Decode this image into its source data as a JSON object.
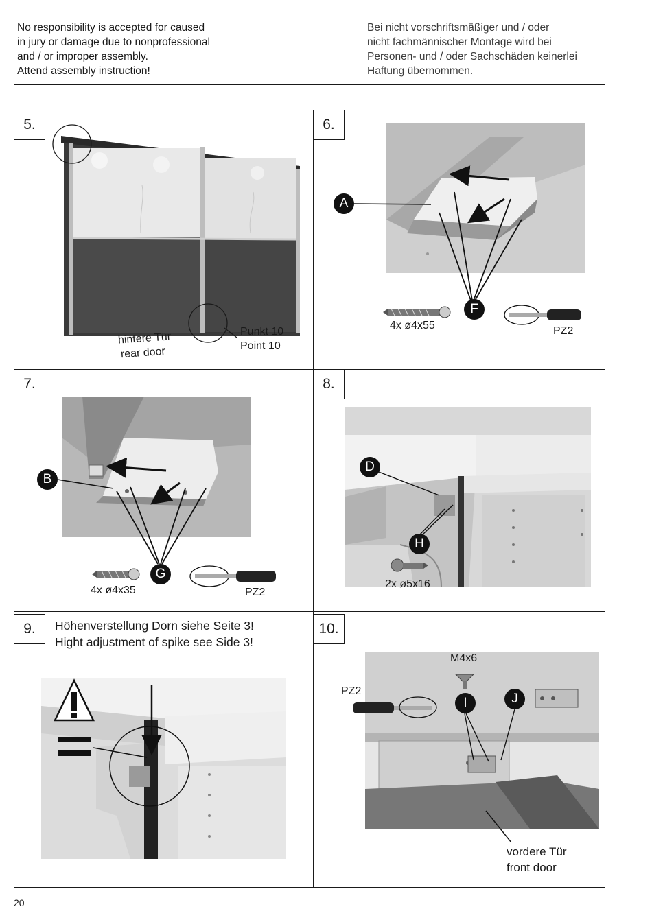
{
  "disclaimer": {
    "en": "No responsibility is accepted for caused\nin jury or damage due to nonprofessional\nand / or improper assembly.\nAttend assembly instruction!",
    "de": "Bei nicht vorschriftsmäßiger und / oder\nnicht fachmännischer Montage wird bei\nPersonen- und / oder Sachschäden keinerlei\nHaftung übernommen."
  },
  "steps": [
    {
      "number": "5.",
      "label_de": "hintere Tür",
      "label_en": "rear door",
      "point": "Punkt 10\nPoint 10"
    },
    {
      "number": "6.",
      "badge_a": "A",
      "badge_f": "F",
      "screw": "4x ø4x55",
      "tool": "PZ2"
    },
    {
      "number": "7.",
      "badge_b": "B",
      "badge_g": "G",
      "screw": "4x ø4x35",
      "tool": "PZ2"
    },
    {
      "number": "8.",
      "badge_d": "D",
      "badge_h": "H",
      "screw": "2x ø5x16"
    },
    {
      "number": "9.",
      "note": "Höhenverstellung Dorn siehe Seite 3!\nHight adjustment of spike  see Side 3!"
    },
    {
      "number": "10.",
      "screw": "M4x6",
      "tool": "PZ2",
      "badge_i": "I",
      "badge_j": "J",
      "caption": "vordere Tür\nfront door"
    }
  ],
  "page_number": "20",
  "colors": {
    "ink": "#1a1a1a",
    "photo_light": "#d6d6d6",
    "photo_dark": "#555555"
  }
}
